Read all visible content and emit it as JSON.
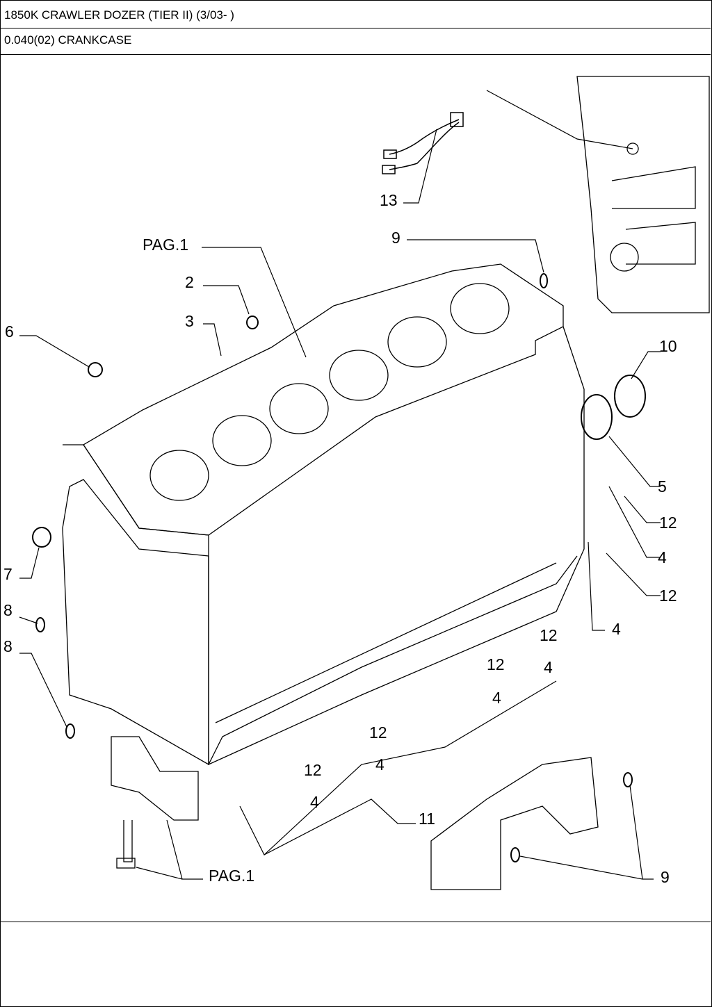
{
  "header": {
    "title": "1850K CRAWLER DOZER (TIER II) (3/03- )",
    "section": "0.040(02) CRANKCASE"
  },
  "callouts": {
    "c13": "13",
    "pag1_top": "PAG.1",
    "c9_top": "9",
    "c2": "2",
    "c3": "3",
    "c6": "6",
    "c10": "10",
    "c5": "5",
    "c12_a": "12",
    "c4_a": "4",
    "c12_b": "12",
    "c4_b": "4",
    "c7": "7",
    "c8_a": "8",
    "c8_b": "8",
    "c12_c": "12",
    "c4_c": "4",
    "c12_d": "12",
    "c4_d": "4",
    "c12_e": "12",
    "c4_e": "4",
    "c12_f": "12",
    "c4_f": "4",
    "c11": "11",
    "c9_bottom": "9",
    "pag1_bottom": "PAG.1"
  }
}
